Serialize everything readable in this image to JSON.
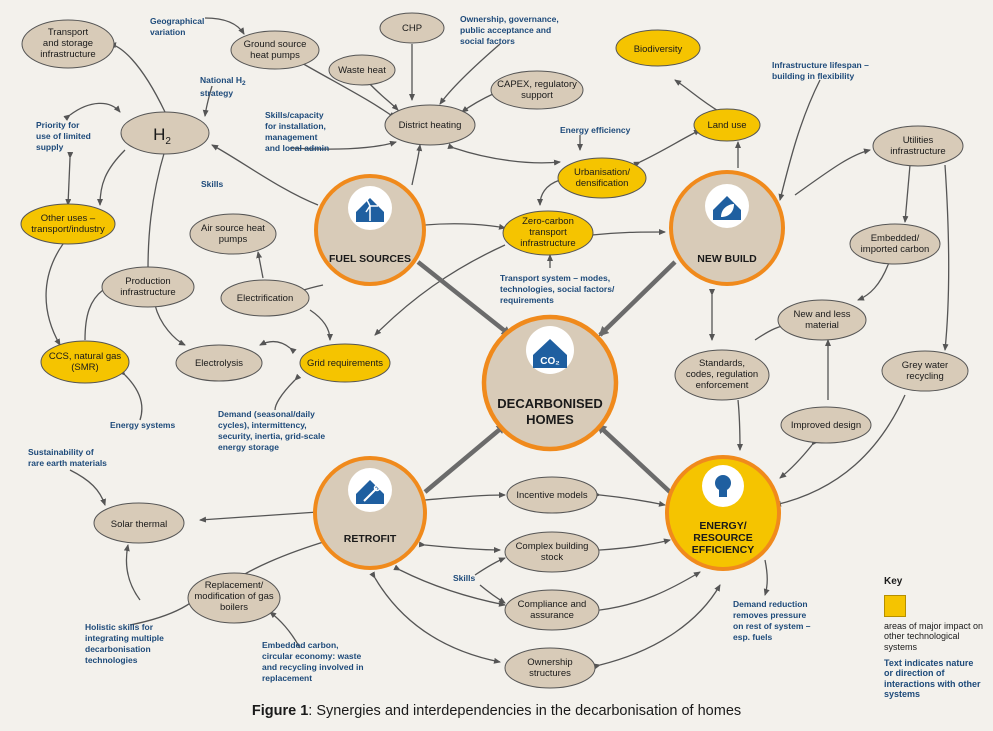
{
  "figure": {
    "label": "Figure 1",
    "caption": ": Synergies and interdependencies in the decarbonisation of homes"
  },
  "key": {
    "title": "Key",
    "swatch_label": "areas of major impact on other technological systems",
    "text_note": "Text indicates nature or direction of interactions with other systems",
    "swatch_color": "#f5c400"
  },
  "colors": {
    "node_beige": "#d8cbb8",
    "node_yellow": "#f5c400",
    "hub_ring": "#f08a1c",
    "arrow_grey": "#6b6b6b",
    "annotation_blue": "#1d4a7a"
  },
  "hubs": {
    "fuel_sources": {
      "label": "FUEL SOURCES",
      "icon": "wind-turbine-house-icon"
    },
    "new_build": {
      "label": "NEW BUILD",
      "icon": "leaf-house-icon"
    },
    "decarbonised_homes": {
      "line1": "DECARBONISED",
      "line2": "HOMES",
      "icon": "co2-house-icon"
    },
    "retrofit": {
      "label": "RETROFIT",
      "icon": "wrench-house-icon"
    },
    "energy_efficiency": {
      "line1": "ENERGY/",
      "line2": "RESOURCE",
      "line3": "EFFICIENCY",
      "icon": "lightbulb-icon"
    }
  },
  "nodes": {
    "transport_storage": [
      "Transport",
      "and storage",
      "infrastructure"
    ],
    "ground_source": [
      "Ground source",
      "heat pumps"
    ],
    "chp": [
      "CHP"
    ],
    "waste_heat": [
      "Waste heat"
    ],
    "capex": [
      "CAPEX, regulatory",
      "support"
    ],
    "biodiversity": [
      "Biodiversity"
    ],
    "h2": "H",
    "h2_sub": "2",
    "district_heating": [
      "District heating"
    ],
    "land_use": [
      "Land use"
    ],
    "utilities": [
      "Utilities",
      "infrastructure"
    ],
    "urbanisation": [
      "Urbanisation/",
      "densification"
    ],
    "other_uses": [
      "Other uses –",
      "transport/industry"
    ],
    "air_source": [
      "Air source heat",
      "pumps"
    ],
    "zero_carbon": [
      "Zero-carbon",
      "transport",
      "infrastructure"
    ],
    "embedded_imported": [
      "Embedded/",
      "imported carbon"
    ],
    "production": [
      "Production",
      "infrastructure"
    ],
    "electrification": [
      "Electrification"
    ],
    "new_less_material": [
      "New and less",
      "material"
    ],
    "ccs": [
      "CCS, natural gas",
      "(SMR)"
    ],
    "electrolysis": [
      "Electrolysis"
    ],
    "grid_requirements": [
      "Grid requirements"
    ],
    "standards": [
      "Standards,",
      "codes, regulation",
      "enforcement"
    ],
    "grey_water": [
      "Grey water",
      "recycling"
    ],
    "improved_design": [
      "Improved design"
    ],
    "incentive_models": [
      "Incentive models"
    ],
    "solar_thermal": [
      "Solar thermal"
    ],
    "complex_stock": [
      "Complex building",
      "stock"
    ],
    "replacement": [
      "Replacement/",
      "modification of gas",
      "boilers"
    ],
    "compliance": [
      "Compliance and",
      "assurance"
    ],
    "ownership": [
      "Ownership",
      "structures"
    ]
  },
  "annotations": {
    "geographical": [
      "Geographical",
      "variation"
    ],
    "ownership_gov": [
      "Ownership, governance,",
      "public acceptance and",
      "social factors"
    ],
    "national_h2": [
      "National H",
      "strategy"
    ],
    "national_h2_sub": "2",
    "infrastructure_lifespan": [
      "Infrastructure lifespan –",
      "building in flexibility"
    ],
    "priority": [
      "Priority for",
      "use of limited",
      "supply"
    ],
    "skills_capacity": [
      "Skills/capacity",
      "for installation,",
      "management",
      "and local admin"
    ],
    "energy_efficiency": [
      "Energy efficiency"
    ],
    "skills_h2": [
      "Skills"
    ],
    "transport_system": [
      "Transport system – modes,",
      "technologies, social factors/",
      "requirements"
    ],
    "energy_systems": [
      "Energy systems"
    ],
    "demand": [
      "Demand (seasonal/daily",
      "cycles), intermittency,",
      "security, inertia, grid-scale",
      "energy storage"
    ],
    "sustainability": [
      "Sustainability of",
      "rare earth materials"
    ],
    "skills_retrofit": [
      "Skills"
    ],
    "holistic": [
      "Holistic skills for",
      "integrating multiple",
      "decarbonisation",
      "technologies"
    ],
    "embedded_carbon": [
      "Embedded carbon,",
      "circular economy: waste",
      "and recycling involved in",
      "replacement"
    ],
    "demand_reduction": [
      "Demand reduction",
      "removes pressure",
      "on rest of system –",
      "esp. fuels"
    ]
  }
}
